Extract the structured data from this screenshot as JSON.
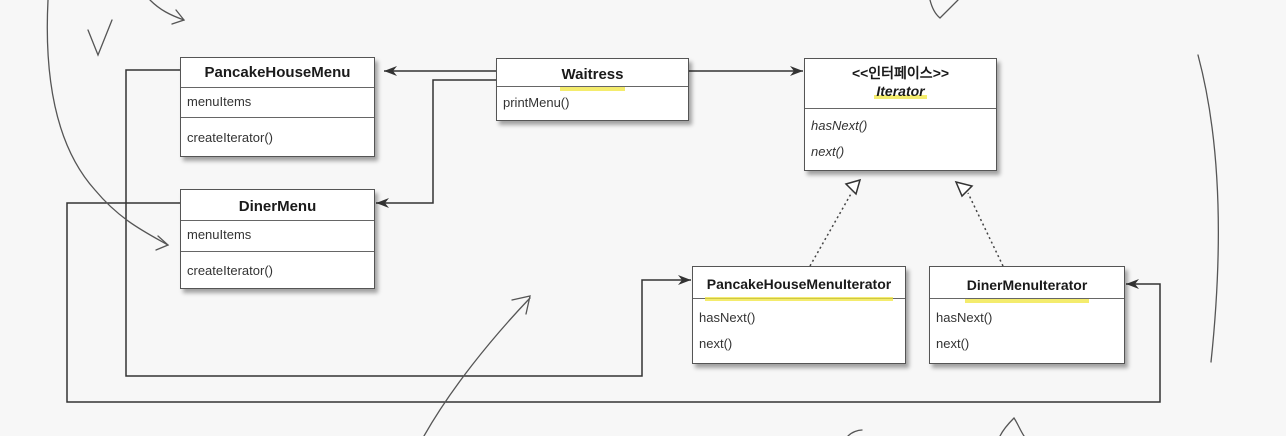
{
  "classes": {
    "pancake_house_menu": {
      "name": "PancakeHouseMenu",
      "attributes": [
        "menuItems"
      ],
      "methods": [
        "createIterator()"
      ]
    },
    "diner_menu": {
      "name": "DinerMenu",
      "attributes": [
        "menuItems"
      ],
      "methods": [
        "createIterator()"
      ]
    },
    "waitress": {
      "name": "Waitress",
      "methods": [
        "printMenu()"
      ]
    },
    "iterator": {
      "stereotype": "<<인터페이스>>",
      "name": "Iterator",
      "methods": [
        "hasNext()",
        "next()"
      ]
    },
    "pancake_house_menu_iterator": {
      "name": "PancakeHouseMenuIterator",
      "methods": [
        "hasNext()",
        "next()"
      ]
    },
    "diner_menu_iterator": {
      "name": "DinerMenuIterator",
      "methods": [
        "hasNext()",
        "next()"
      ]
    }
  },
  "colors": {
    "highlight": "#f0e63c",
    "line": "#333333",
    "box_border": "#555555"
  }
}
